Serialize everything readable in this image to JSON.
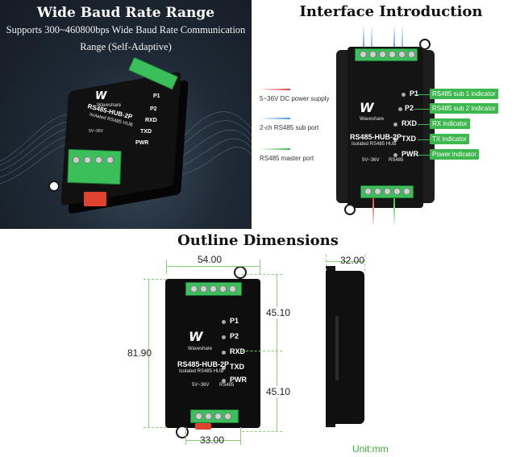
{
  "hero": {
    "title": "Wide Baud Rate Range",
    "subtitle_line1": "Supports 300~460800bps Wide Baud Rate Communication",
    "subtitle_line2": "Range (Self-Adaptive)"
  },
  "device": {
    "model": "RS485-HUB-2P",
    "description": "Isolated RS485 HUB",
    "brand": "Waveshare",
    "power_label": "5V~36V",
    "port_label": "RS485",
    "indicators": [
      "P1",
      "P2",
      "RXD",
      "TXD",
      "PWR"
    ]
  },
  "interface": {
    "title": "Interface Introduction",
    "legend": [
      {
        "text": "5~36V DC power supply",
        "color": "#e04040"
      },
      {
        "text": "2-ch RS485 sub port",
        "color": "#4a90d9"
      },
      {
        "text": "RS485 master port",
        "color": "#3db84e"
      }
    ],
    "indicator_labels": [
      "RS485 sub 1 indicator",
      "RS485 sub 2 indicator",
      "RX indicator",
      "TX indicator",
      "Power indicator"
    ]
  },
  "outline": {
    "title": "Outline Dimensions",
    "width_top": "54.00",
    "width_bottom": "33.00",
    "height_total": "81.90",
    "height_upper": "45.10",
    "height_lower": "45.10",
    "depth": "32.00",
    "unit": "Unit:mm"
  }
}
